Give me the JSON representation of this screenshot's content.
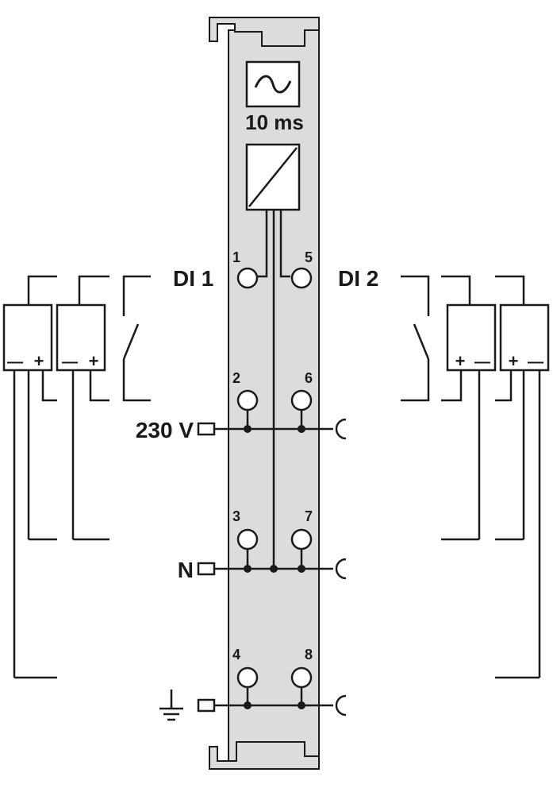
{
  "colors": {
    "module_fill": "#dcdcdc",
    "line": "#1a1a1a",
    "background": "#ffffff"
  },
  "module": {
    "filter_label": "10 ms",
    "filter_icon": "ac-tilde-icon",
    "converter_icon": "diagonal-converter-icon"
  },
  "channels": {
    "di1": "DI 1",
    "di2": "DI 2"
  },
  "terminals": {
    "t1": "1",
    "t2": "2",
    "t3": "3",
    "t4": "4",
    "t5": "5",
    "t6": "6",
    "t7": "7",
    "t8": "8"
  },
  "rails": {
    "supply": "230 V",
    "neutral": "N",
    "earth_icon": "ground-icon"
  },
  "sensors": {
    "minus": "—",
    "plus": "+"
  }
}
